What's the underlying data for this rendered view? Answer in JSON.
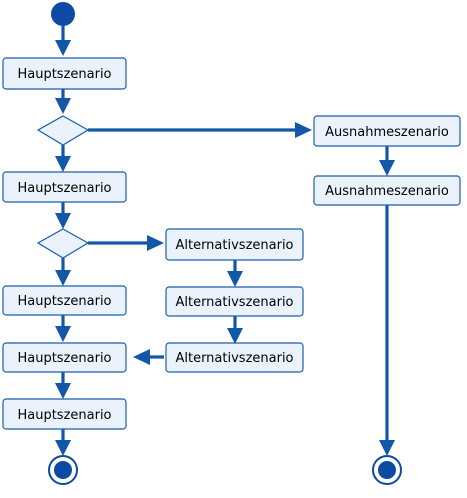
{
  "nodes": {
    "main_1": "Hauptszenario",
    "main_2": "Hauptszenario",
    "main_3": "Hauptszenario",
    "main_4": "Hauptszenario",
    "main_5": "Hauptszenario",
    "exception_1": "Ausnahmeszenario",
    "exception_2": "Ausnahmeszenario",
    "alternative_1": "Alternativszenario",
    "alternative_2": "Alternativszenario",
    "alternative_3": "Alternativszenario"
  },
  "colors": {
    "flow": "#1358a8",
    "node_fill": "#eaf3fc",
    "node_border": "#1b5eab",
    "start_end": "#0d4aa3"
  }
}
